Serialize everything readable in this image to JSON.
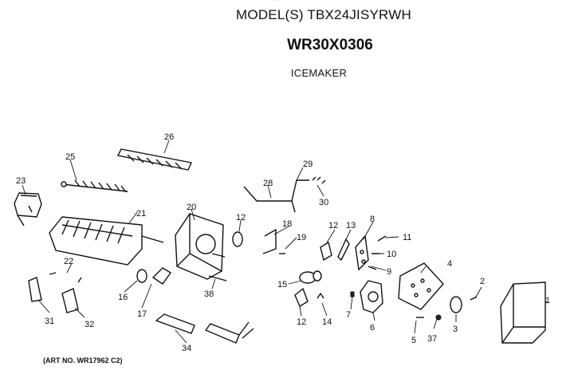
{
  "header": {
    "model": "MODEL(S) TBX24JISYRWH",
    "part_number": "WR30X0306",
    "section": "ICEMAKER",
    "top_cutoff": "— · ·"
  },
  "art_number": "(ART NO. WR17962 C2)",
  "callouts": [
    "1",
    "2",
    "3",
    "4",
    "5",
    "6",
    "7",
    "8",
    "9",
    "10",
    "11",
    "12",
    "12",
    "12",
    "13",
    "14",
    "15",
    "16",
    "17",
    "18",
    "19",
    "20",
    "21",
    "22",
    "23",
    "25",
    "26",
    "28",
    "29",
    "30",
    "31",
    "32",
    "34",
    "37",
    "38"
  ]
}
